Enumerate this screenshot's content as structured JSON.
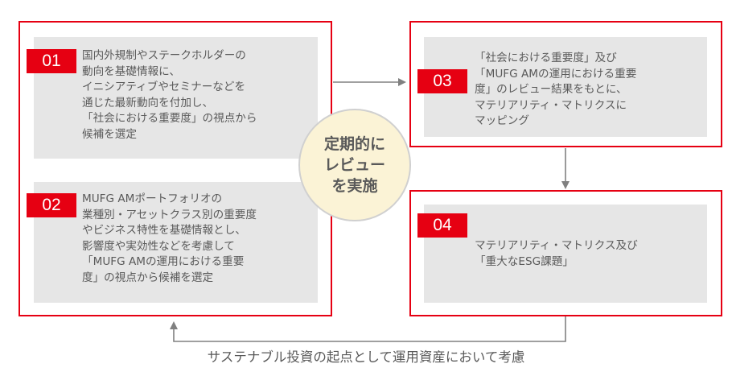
{
  "center": {
    "lines": [
      "定期的に",
      "レビュー",
      "を実施"
    ]
  },
  "steps": [
    {
      "number": "01",
      "lines": [
        "国内外規制やステークホルダーの",
        "動向を基礎情報に、",
        "イニシアティブやセミナーなどを",
        "通じた最新動向を付加し、",
        "「社会における重要度」の視点から",
        "候補を選定"
      ]
    },
    {
      "number": "02",
      "lines": [
        "MUFG AMポートフォリオの",
        "業種別・アセットクラス別の重要度",
        "やビジネス特性を基礎情報とし、",
        "影響度や実効性などを考慮して",
        "「MUFG AMの運用における重要",
        "度」の視点から候補を選定"
      ]
    },
    {
      "number": "03",
      "lines": [
        "「社会における重要度」及び",
        "「MUFG AMの運用における重要",
        "度」のレビュー結果をもとに、",
        "マテリアリティ・マトリクスに",
        "マッピング"
      ]
    },
    {
      "number": "04",
      "lines": [
        "マテリアリティ・マトリクス及び",
        "「重大なESG課題」"
      ]
    }
  ],
  "footer": {
    "text": "サステナブル投資の起点として運用資産において考慮"
  },
  "colors": {
    "accent": "#e60012",
    "panel": "#e6e6e6",
    "center_fill": "#fbf3d6",
    "text": "#595959",
    "connector": "#808080"
  }
}
